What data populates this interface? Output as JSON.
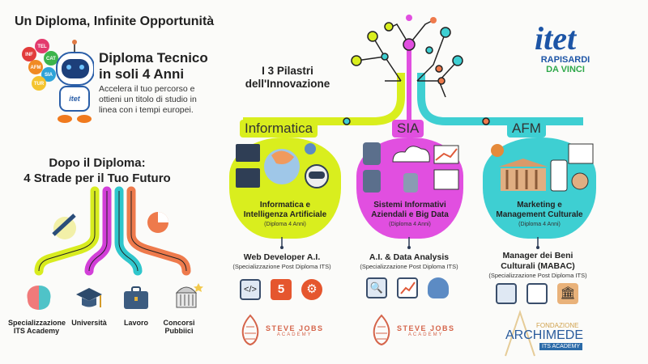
{
  "header": {
    "title": "Un Diploma, Infinite Opportunità"
  },
  "intro": {
    "heading_line1": "Diploma Tecnico",
    "heading_line2": "in soli 4 Anni",
    "description": "Accelera il tuo percorso e ottieni un titolo di studio in linea con i tempi europei.",
    "robot_badges": [
      "TEL",
      "INF",
      "CAT",
      "AFM",
      "SIA",
      "TUR"
    ]
  },
  "roads": {
    "heading_line1": "Dopo il Diploma:",
    "heading_line2": "4 Strade per il Tuo Futuro",
    "items": [
      {
        "label": "Specializzazione ITS Academy",
        "icon": "brain-icon",
        "color": "#d8ec1f"
      },
      {
        "label": "Università",
        "icon": "graduation-cap-icon",
        "color": "#d23fd8"
      },
      {
        "label": "Lavoro",
        "icon": "briefcase-icon",
        "color": "#2fc6cc"
      },
      {
        "label": "Concorsi Pubbiici",
        "icon": "government-building-icon",
        "color": "#ee7a4c"
      }
    ]
  },
  "pillars": {
    "heading_line1": "I 3 Pilastri",
    "heading_line2": "dell'Innovazione",
    "items": [
      {
        "tab": "Informatica",
        "title_line1": "Informatica e",
        "title_line2": "Intelligenza Artificiale",
        "duration": "(Diploma 4 Anni)",
        "job_line1": "Web Developer A.I.",
        "job_line2": "",
        "specialization": "(Specializzazione Post Diploma ITS)",
        "partner": "STEVE JOBS",
        "partner_sub": "ACADEMY",
        "color": "#d9ee1e"
      },
      {
        "tab": "SIA",
        "title_line1": "Sistemi Informativi",
        "title_line2": "Aziendali e Big Data",
        "duration": "(Diploma 4 Anni)",
        "job_line1": "A.I. & Data Analysis",
        "job_line2": "",
        "specialization": "(Specializzazione Post Diploma ITS)",
        "partner": "STEVE JOBS",
        "partner_sub": "ACADEMY",
        "color": "#e14fe0"
      },
      {
        "tab": "AFM",
        "title_line1": "Marketing e",
        "title_line2": "Management Culturale",
        "duration": "(Diploma 4 Anni)",
        "job_line1": "Manager dei Beni",
        "job_line2": "Culturali (MABAC)",
        "specialization": "(Specializzazione Post Diploma ITS)",
        "partner": "ARCHIMEDE",
        "partner_top": "FONDAZIONE",
        "partner_sub": "ITS ACADEMY",
        "color": "#3ecfd2"
      }
    ]
  },
  "logo": {
    "mark": "itet",
    "line1": "RAPISARDI",
    "line2": "DA VINCI"
  }
}
